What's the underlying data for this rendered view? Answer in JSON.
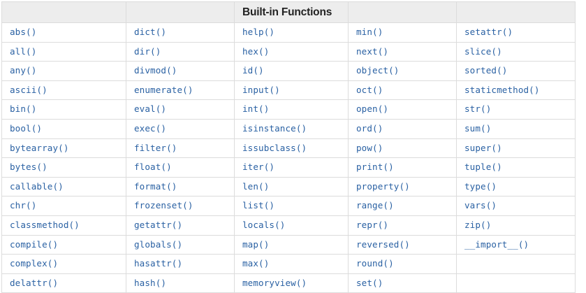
{
  "table": {
    "header": {
      "cells": [
        "",
        "",
        "Built-in Functions",
        "",
        ""
      ],
      "title_cell_index": 2,
      "title": "Built-in Functions",
      "background_color": "#ededed",
      "text_color": "#222222"
    },
    "style": {
      "link_color": "#2a61a3",
      "border_color": "#dcdcdc",
      "cell_background": "#ffffff",
      "page_background": "#ffffff"
    },
    "column_count": 5,
    "row_count": 13,
    "rows": [
      [
        "abs()",
        "dict()",
        "help()",
        "min()",
        "setattr()"
      ],
      [
        "all()",
        "dir()",
        "hex()",
        "next()",
        "slice()"
      ],
      [
        "any()",
        "divmod()",
        "id()",
        "object()",
        "sorted()"
      ],
      [
        "ascii()",
        "enumerate()",
        "input()",
        "oct()",
        "staticmethod()"
      ],
      [
        "bin()",
        "eval()",
        "int()",
        "open()",
        "str()"
      ],
      [
        "bool()",
        "exec()",
        "isinstance()",
        "ord()",
        "sum()"
      ],
      [
        "bytearray()",
        "filter()",
        "issubclass()",
        "pow()",
        "super()"
      ],
      [
        "bytes()",
        "float()",
        "iter()",
        "print()",
        "tuple()"
      ],
      [
        "callable()",
        "format()",
        "len()",
        "property()",
        "type()"
      ],
      [
        "chr()",
        "frozenset()",
        "list()",
        "range()",
        "vars()"
      ],
      [
        "classmethod()",
        "getattr()",
        "locals()",
        "repr()",
        "zip()"
      ],
      [
        "compile()",
        "globals()",
        "map()",
        "reversed()",
        "__import__()"
      ],
      [
        "complex()",
        "hasattr()",
        "max()",
        "round()",
        ""
      ],
      [
        "delattr()",
        "hash()",
        "memoryview()",
        "set()",
        ""
      ]
    ]
  }
}
